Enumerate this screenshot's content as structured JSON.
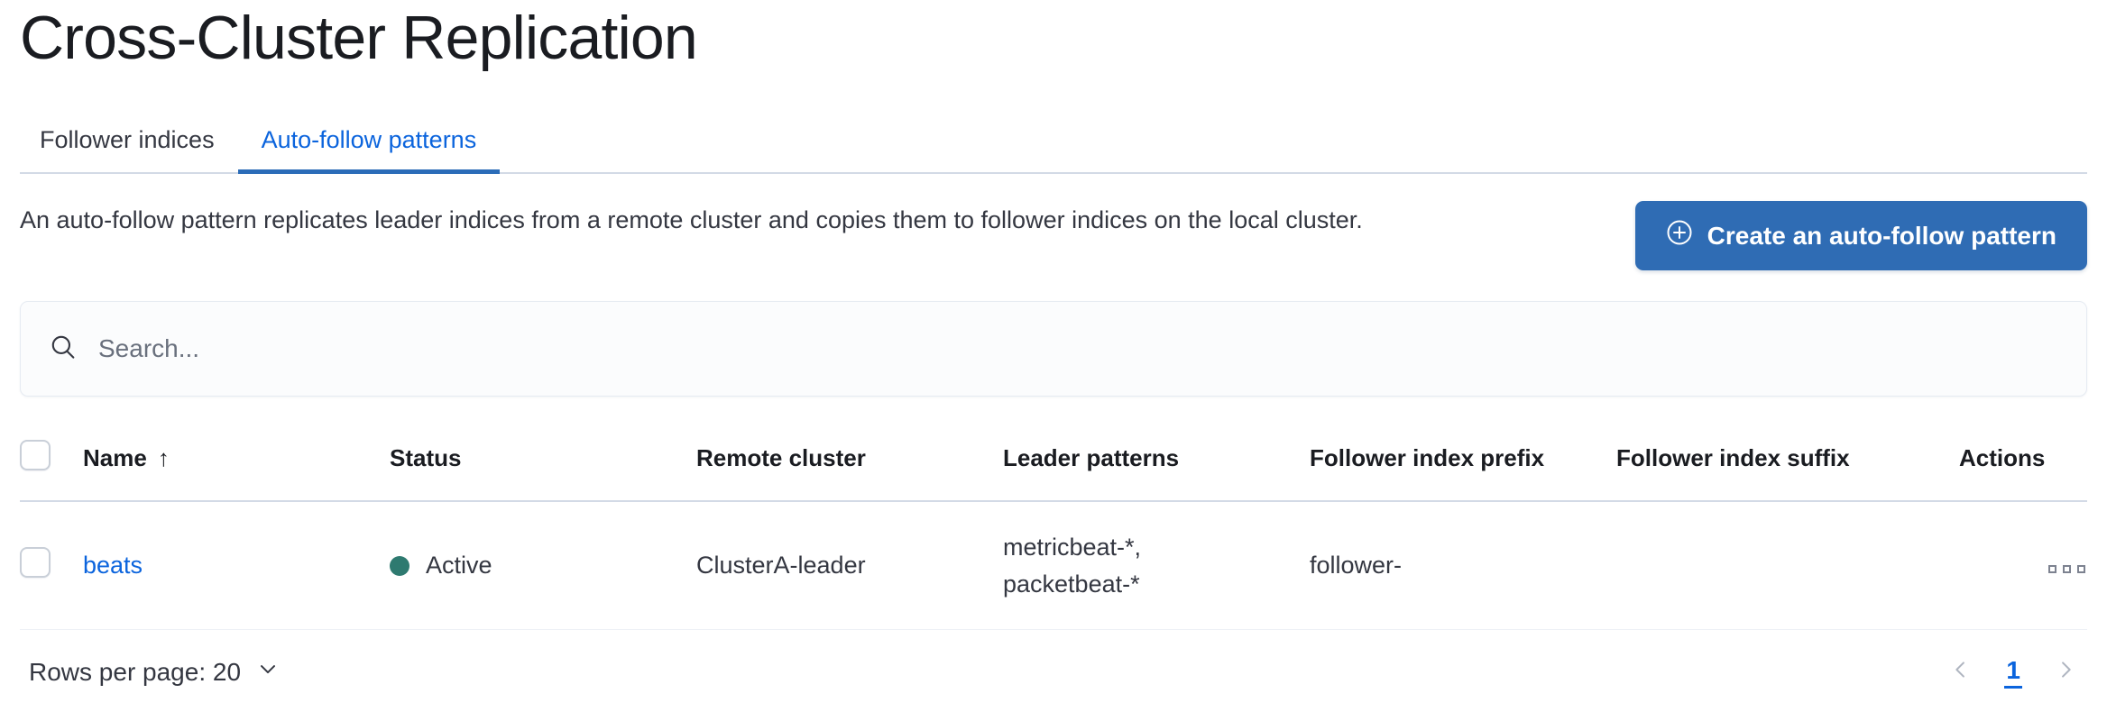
{
  "page": {
    "title": "Cross-Cluster Replication"
  },
  "tabs": [
    {
      "label": "Follower indices",
      "active": false
    },
    {
      "label": "Auto-follow patterns",
      "active": true
    }
  ],
  "intro": {
    "description": "An auto-follow pattern replicates leader indices from a remote cluster and copies them to follower indices on the local cluster.",
    "create_button": {
      "label": "Create an auto-follow pattern",
      "icon": "plus-in-circle-icon",
      "color": "#2f6cb4"
    }
  },
  "search": {
    "placeholder": "Search...",
    "value": "",
    "icon": "search-icon"
  },
  "table": {
    "columns": [
      {
        "key": "name",
        "label": "Name",
        "sorted": "asc",
        "sort_glyph": "↑"
      },
      {
        "key": "status",
        "label": "Status"
      },
      {
        "key": "remote",
        "label": "Remote cluster"
      },
      {
        "key": "leader",
        "label": "Leader patterns"
      },
      {
        "key": "prefix",
        "label": "Follower index prefix"
      },
      {
        "key": "suffix",
        "label": "Follower index suffix"
      },
      {
        "key": "actions",
        "label": "Actions"
      }
    ],
    "rows": [
      {
        "name": "beats",
        "status": "Active",
        "status_color": "#2e7a70",
        "remote_cluster": "ClusterA-leader",
        "leader_patterns": "metricbeat-*,\npacketbeat-*",
        "follower_index_prefix": "follower-",
        "follower_index_suffix": "",
        "actions_icon": "ellipsis-horizontal-icon"
      }
    ]
  },
  "footer": {
    "rows_per_page_label": "Rows per page: 20",
    "chevron_icon": "chevron-down-icon",
    "pagination": {
      "prev_icon": "chevron-left-icon",
      "next_icon": "chevron-right-icon",
      "pages": [
        "1"
      ],
      "current": "1"
    }
  },
  "colors": {
    "accent_blue": "#0b64dd",
    "button_blue": "#2f6cb4",
    "status_green": "#2e7a70",
    "border": "#d3dae6"
  }
}
